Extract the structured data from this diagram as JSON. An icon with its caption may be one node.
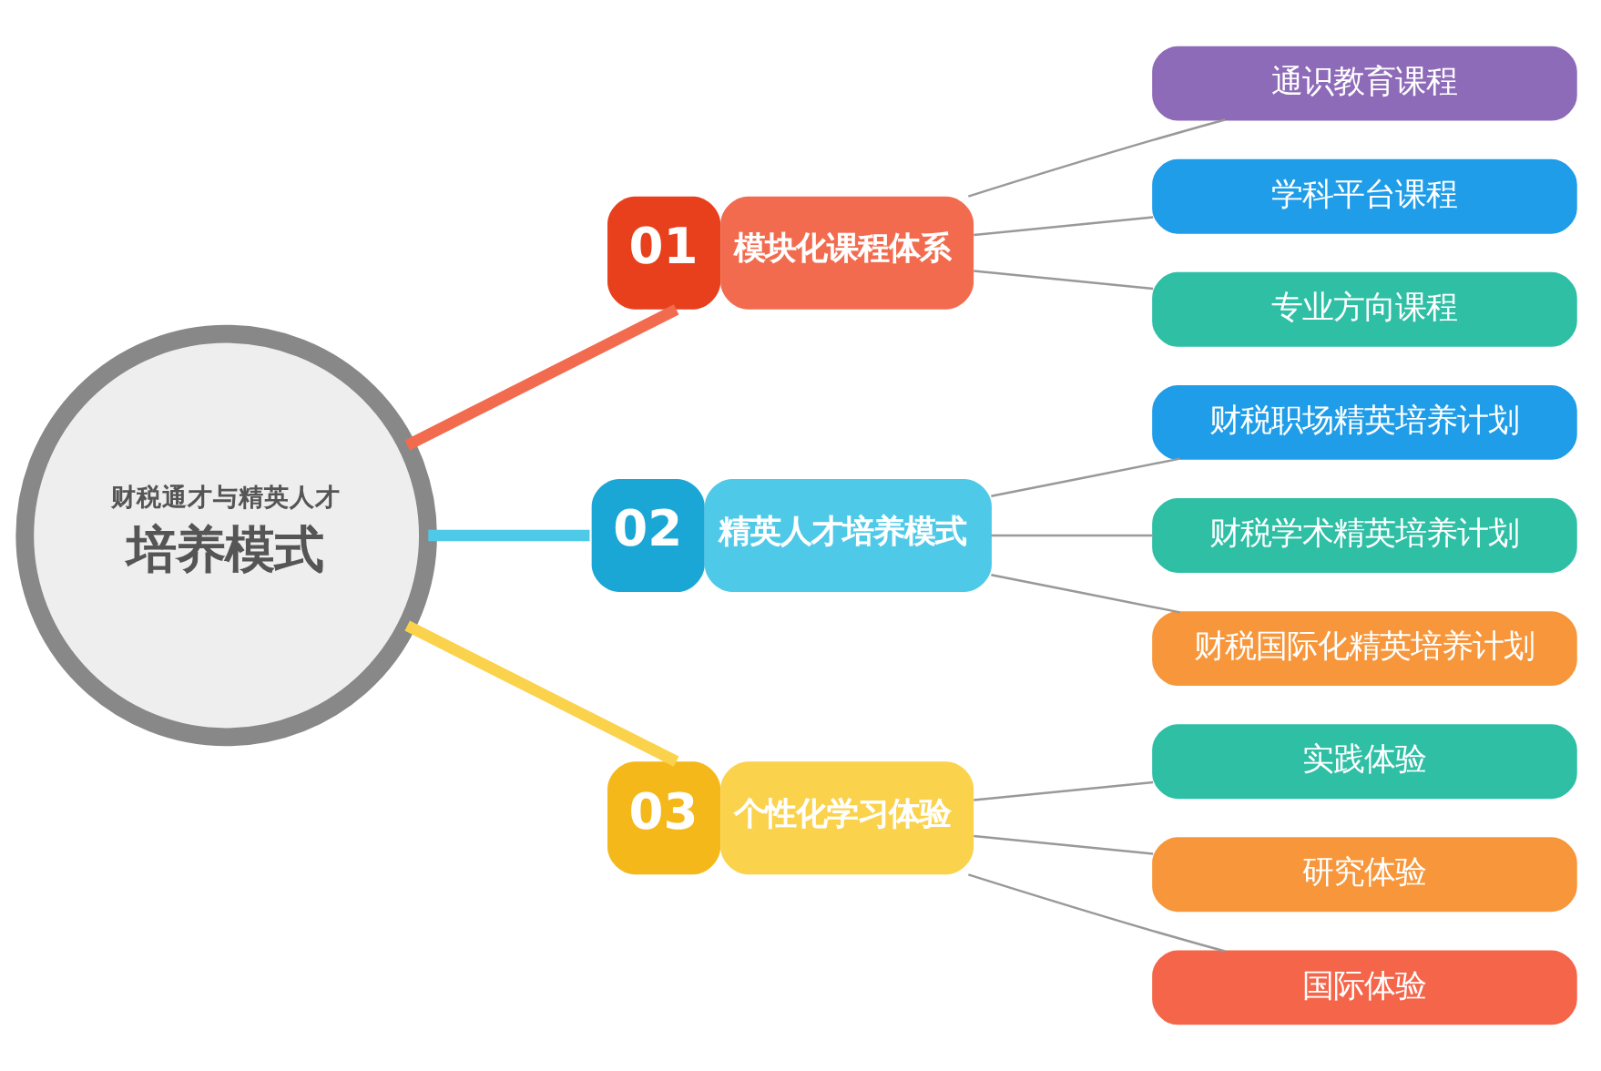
{
  "diagram": {
    "nodes": [
      {
        "text": [
          "财税通才与精英人才",
          "培养模式"
        ]
      },
      {
        "text": [
          "01",
          "模块化课程体系"
        ]
      },
      {
        "text": [
          "02",
          "精英人才培养模式"
        ]
      },
      {
        "text": [
          "03",
          "个性化学习体验"
        ]
      },
      {
        "text": [
          "通识教育课程"
        ]
      },
      {
        "text": [
          "学科平台课程"
        ]
      },
      {
        "text": [
          "专业方向课程"
        ]
      },
      {
        "text": [
          "财税职场精英培养计划"
        ]
      },
      {
        "text": [
          "财税学术精英培养计划"
        ]
      },
      {
        "text": [
          "财税国际化精英培养计划"
        ]
      },
      {
        "text": [
          "实践体验"
        ]
      },
      {
        "text": [
          "研究体验"
        ]
      },
      {
        "text": [
          "国际体验"
        ]
      }
    ],
    "edges": [
      {
        "from": 0,
        "to": 1,
        "arrow": "none",
        "style": "thick",
        "color": "#f26b4f"
      },
      {
        "from": 0,
        "to": 2,
        "arrow": "none",
        "style": "thick",
        "color": "#4fc9e8"
      },
      {
        "from": 0,
        "to": 3,
        "arrow": "none",
        "style": "thick",
        "color": "#fbd24c"
      },
      {
        "from": 1,
        "to": 4,
        "arrow": "none"
      },
      {
        "from": 1,
        "to": 5,
        "arrow": "none"
      },
      {
        "from": 1,
        "to": 6,
        "arrow": "none"
      },
      {
        "from": 2,
        "to": 7,
        "arrow": "none"
      },
      {
        "from": 2,
        "to": 8,
        "arrow": "none"
      },
      {
        "from": 2,
        "to": 9,
        "arrow": "none"
      },
      {
        "from": 3,
        "to": 10,
        "arrow": "none"
      },
      {
        "from": 3,
        "to": 11,
        "arrow": "none"
      },
      {
        "from": 3,
        "to": 12,
        "arrow": "none"
      }
    ]
  }
}
